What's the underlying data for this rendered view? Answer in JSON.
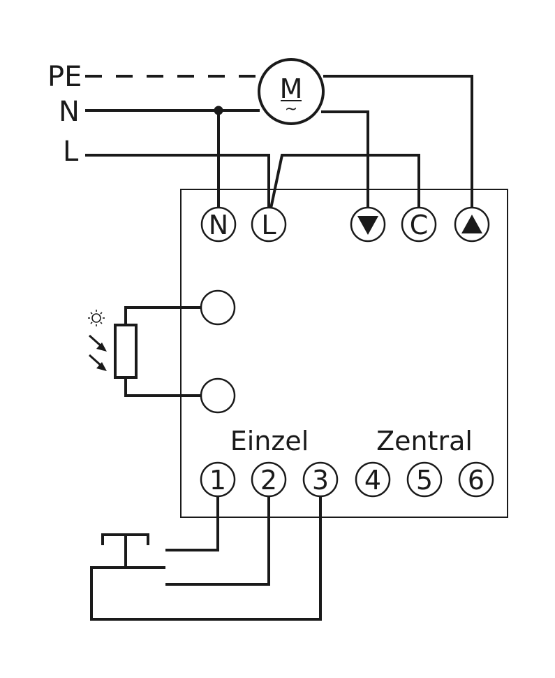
{
  "mains": {
    "pe_label": "PE",
    "n_label": "N",
    "l_label": "L"
  },
  "motor": {
    "letter": "M",
    "symbol": "~"
  },
  "terminals_top": [
    {
      "id": "N",
      "text": "N"
    },
    {
      "id": "L",
      "text": "L"
    },
    {
      "id": "down",
      "text": "",
      "icon": "triangle-down-icon"
    },
    {
      "id": "C",
      "text": "C"
    },
    {
      "id": "up",
      "text": "",
      "icon": "triangle-up-icon"
    }
  ],
  "groups": {
    "einzel": "Einzel",
    "zentral": "Zentral"
  },
  "terminals_bottom": [
    "1",
    "2",
    "3",
    "4",
    "5",
    "6"
  ],
  "icons": [
    "sun-icon",
    "light-arrows-icon",
    "light-sensor-resistor",
    "push-button-switch"
  ],
  "colors": {
    "line": "#1a1a1a",
    "background": "#ffffff"
  }
}
